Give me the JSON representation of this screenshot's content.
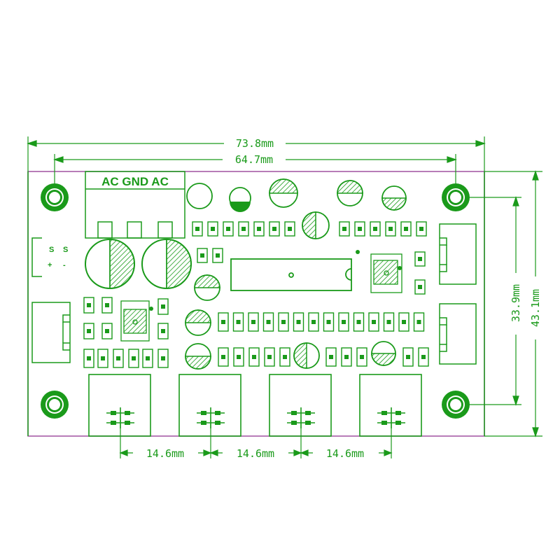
{
  "diagram": {
    "colors": {
      "trace": "#1a9a1a",
      "board_edge": "#a050a0",
      "background": "#ffffff",
      "hatch": "#1a9a1a"
    },
    "dimensions": {
      "overall_width": "73.8mm",
      "hole_spacing_width": "64.7mm",
      "hole_spacing_height": "33.9mm",
      "overall_height": "43.1mm",
      "pot_spacing_1": "14.6mm",
      "pot_spacing_2": "14.6mm",
      "pot_spacing_3": "14.6mm"
    },
    "terminal_label": "AC GND AC",
    "polarity": {
      "plus": "+",
      "minus": "-",
      "s_left": "S",
      "s_right": "S"
    }
  }
}
